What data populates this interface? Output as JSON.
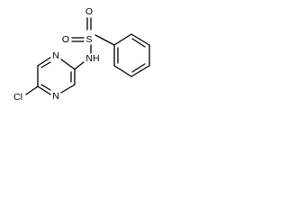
{
  "molecule": {
    "atoms": {
      "sulfur": "S",
      "oxygen_top": "O",
      "oxygen_bottom": "O",
      "nh": "NH",
      "n_ring_upper": "N",
      "n_ring_lower": "N",
      "chlorine": "Cl"
    }
  },
  "colors": {
    "bond": "#000000",
    "text": "#000000",
    "background": "#ffffff"
  }
}
